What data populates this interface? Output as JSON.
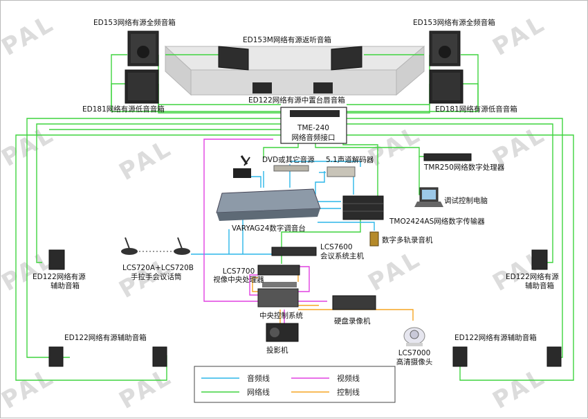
{
  "watermark": "PAL",
  "labels": {
    "ed153_left": "ED153网络有源全频音箱",
    "ed153_right": "ED153网络有源全频音箱",
    "ed153m": "ED153M网络有源返听音箱",
    "ed181_left": "ED181网络有源低音音箱",
    "ed181_right": "ED181网络有源低音音箱",
    "ed122_center": "ED122网络有源中置台唇音箱",
    "tme240_model": "TME-240",
    "tme240_name": "网络音频接口",
    "dvd": "DVD或其它音源",
    "decoder": "5.1声道解码器",
    "tmr250": "TMR250网络数字处理器",
    "pc": "调试控制电脑",
    "mixer": "VARYAG24数字调音台",
    "tmo2424": "TMO2424AS网络数字传输器",
    "recorder": "数字多轨录音机",
    "lcs7600_model": "LCS7600",
    "lcs7600_name": "会议系统主机",
    "mic_model": "LCS720A+LCS720B",
    "mic_name": "手拉手会议话筒",
    "lcs7700_model": "LCS7700",
    "lcs7700_name": "视像中央处理器",
    "central": "中央控制系统",
    "hdd": "硬盘录像机",
    "projector": "投影机",
    "lcs7000_model": "LCS7000",
    "lcs7000_name": "高清摄像头",
    "ed122_aux_left_1": "ED122网络有源",
    "ed122_aux_left_2": "辅助音箱",
    "ed122_aux_right_1": "ED122网络有源",
    "ed122_aux_right_2": "辅助音箱",
    "ed122_bottom_left": "ED122网络有源辅助音箱",
    "ed122_bottom_right": "ED122网络有源辅助音箱"
  },
  "legend": [
    {
      "label": "音频线",
      "color": "#2bb6e8"
    },
    {
      "label": "视频线",
      "color": "#e040e0"
    },
    {
      "label": "网络线",
      "color": "#3fd43f"
    },
    {
      "label": "控制线",
      "color": "#f5a623"
    }
  ],
  "colors": {
    "audio": "#2bb6e8",
    "video": "#e040e0",
    "network": "#3fd43f",
    "control": "#f5a623"
  }
}
